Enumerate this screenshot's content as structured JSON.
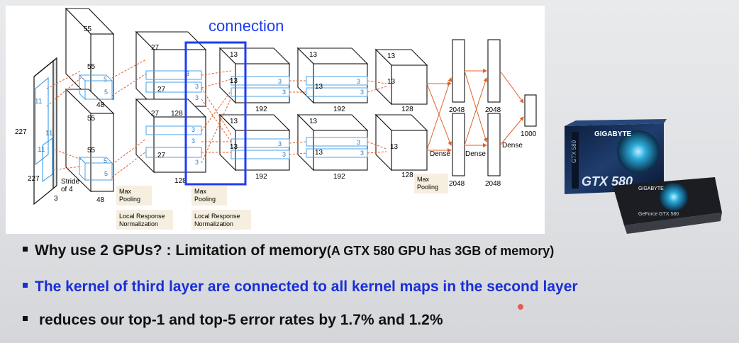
{
  "diagram": {
    "connection_label": "connection",
    "input": {
      "size": "227",
      "size_bottom": "227",
      "channels": "3",
      "kernel": "11",
      "kernel2": "11",
      "kernel3": "11",
      "stride": "Stride",
      "stride2": "of 4"
    },
    "conv1": {
      "h": "55",
      "w": "55",
      "w2": "55",
      "depth_top": "48",
      "depth_bottom": "48",
      "k1": "5",
      "k2": "5",
      "k3": "5",
      "k4": "5"
    },
    "conv2": {
      "h_top": "27",
      "w_top": "27",
      "w_bottom": "27",
      "depth_top": "128",
      "depth_bottom": "128",
      "k1": "3",
      "k2": "3",
      "k3": "3",
      "k4": "3",
      "k5": "3",
      "k6": "3",
      "label_27b": "27"
    },
    "conv3": {
      "h_top": "13",
      "w_top": "13",
      "h_bot": "13",
      "w_bot": "13",
      "depth_top": "192",
      "depth_bottom": "192",
      "k1": "3",
      "k2": "3",
      "k3": "3",
      "k4": "3"
    },
    "conv4": {
      "h_top": "13",
      "w_top": "13",
      "h_bot": "13",
      "w_bot": "13",
      "depth_top": "192",
      "depth_bottom": "192",
      "k1": "3",
      "k2": "3",
      "k3": "3",
      "k4": "3"
    },
    "conv5": {
      "h_top": "13",
      "w_top": "13",
      "h_bot": "13",
      "depth_top": "128",
      "depth_bottom": "128"
    },
    "fc": {
      "fc6_top": "2048",
      "fc6_bottom": "2048",
      "fc7_top": "2048",
      "fc7_bottom": "2048",
      "out": "1000",
      "dense1": "Dense",
      "dense2": "Dense",
      "dense3": "Dense"
    },
    "labels": {
      "max_pooling": "Max\nPooling",
      "lrn": "Local Response\nNormalization",
      "max_pooling_2": "Max\nPooling",
      "lrn_2": "Local Response\nNormalization",
      "max_pooling_3": "Max\nPooling"
    }
  },
  "gpu_box": {
    "brand": "GIGABYTE",
    "model": "GTX 580",
    "side_text": "GTX 580",
    "card_brand": "GIGABYTE",
    "card_model": "GeForce GTX 580"
  },
  "bullets": {
    "b1_main": "Why use 2 GPUs? : Limitation of memory",
    "b1_small": "(A GTX 580 GPU has 3GB of memory)",
    "b2": "The kernel of third layer are connected to all kernel maps in the second layer",
    "b3": "reduces our top-1 and top-5 error rates by 1.7% and 1.2%"
  },
  "colors": {
    "highlight_blue": "#1a2fd6",
    "connection_box": "#1e3ef0",
    "kernel_blue": "#4aa3e8",
    "arrow_orange": "#e0622b",
    "label_bg": "#f6efe0"
  }
}
